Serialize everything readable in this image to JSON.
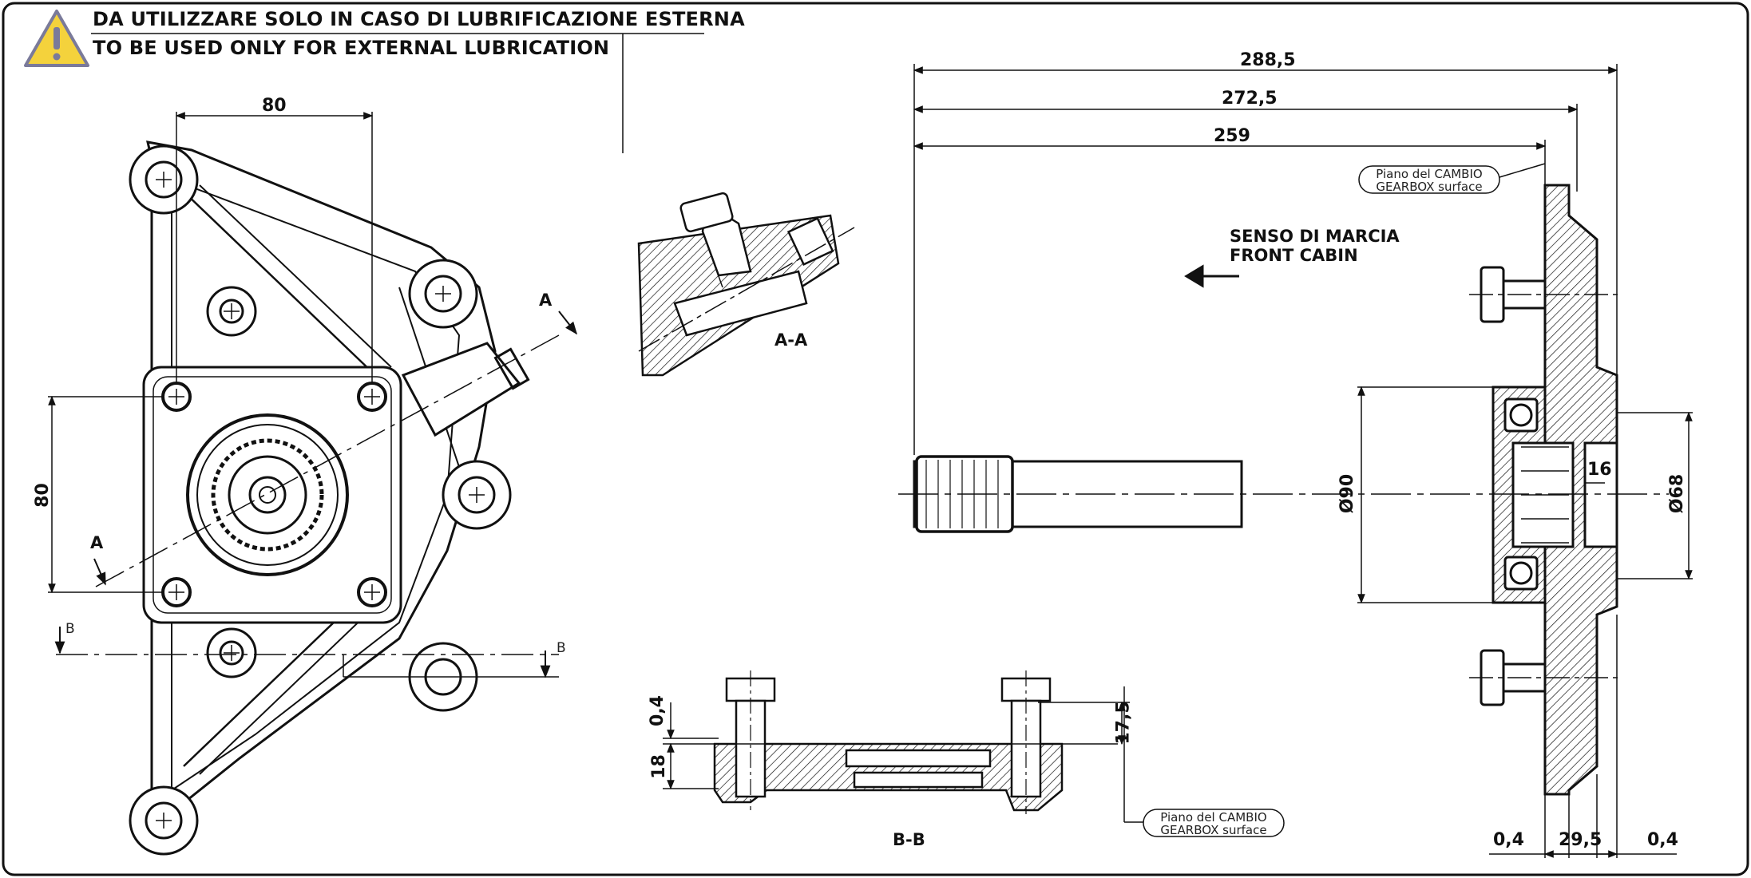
{
  "warning": {
    "line_it": "DA UTILIZZARE SOLO IN CASO DI LUBRIFICAZIONE ESTERNA",
    "line_en": "TO BE USED ONLY FOR EXTERNAL LUBRICATION",
    "icon": "warning-triangle-icon"
  },
  "front_view": {
    "dim_width": "80",
    "dim_height": "80",
    "section_a_top": "A",
    "section_a_bottom": "A",
    "section_b_left": "B",
    "section_b_right": "B"
  },
  "section_aa": {
    "label": "A-A"
  },
  "section_bb": {
    "label": "B-B",
    "dim_04": "0,4",
    "dim_18": "18",
    "dim_175": "17,5",
    "surface_it": "Piano del CAMBIO",
    "surface_en": "GEARBOX surface"
  },
  "side_view": {
    "dim_2885": "288,5",
    "dim_2725": "272,5",
    "dim_259": "259",
    "direction_it": "SENSO DI MARCIA",
    "direction_en": "FRONT CABIN",
    "surface_it": "Piano del CAMBIO",
    "surface_en": "GEARBOX surface",
    "dim_phi90": "Ø90",
    "dim_phi68": "Ø68",
    "dim_16": "16",
    "dim_04_left": "0,4",
    "dim_295": "29,5",
    "dim_04_right": "0,4"
  }
}
